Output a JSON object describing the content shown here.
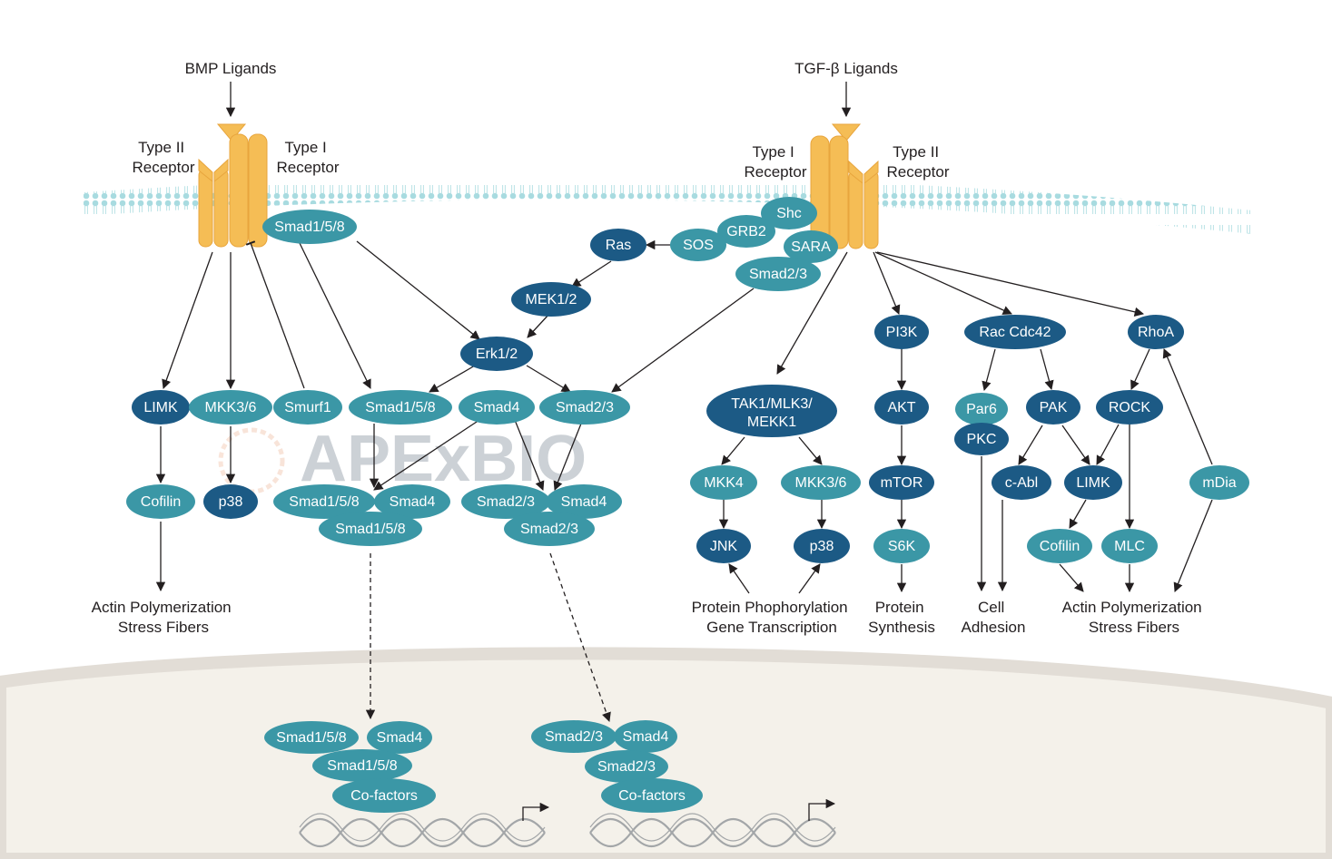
{
  "watermark": {
    "text": "APExBIO",
    "subtext": ""
  },
  "colors": {
    "light_node": "#3b97a6",
    "dark_node": "#1c5a85",
    "receptor": "#f5bd55",
    "receptor_edge": "#e8a53d",
    "membrane": "#9fd6dc",
    "nucleus": "#f4f1ea",
    "nucleus_edge": "#e2ddd6",
    "arrow": "#231f20"
  },
  "ligands": {
    "bmp": "BMP Ligands",
    "tgfb": "TGF-β Ligands"
  },
  "receptors": {
    "bmp_type2": [
      "Type II",
      "Receptor"
    ],
    "bmp_type1": [
      "Type I",
      "Receptor"
    ],
    "tgfb_type1": [
      "Type I",
      "Receptor"
    ],
    "tgfb_type2": [
      "Type II",
      "Receptor"
    ]
  },
  "nodes": {
    "smad158_top": "Smad1/5/8",
    "shc": "Shc",
    "grb2": "GRB2",
    "sos": "SOS",
    "sara": "SARA",
    "ras": "Ras",
    "smad23_top": "Smad2/3",
    "mek12": "MEK1/2",
    "erk12": "Erk1/2",
    "limk_left": "LIMK",
    "mkk36_left": "MKK3/6",
    "smurf1": "Smurf1",
    "smad158_mid": "Smad1/5/8",
    "smad4_mid": "Smad4",
    "smad23_mid": "Smad2/3",
    "cofilin_left": "Cofilin",
    "p38_left": "p38",
    "cx1_smad158_a": "Smad1/5/8",
    "cx1_smad4": "Smad4",
    "cx1_smad158_b": "Smad1/5/8",
    "cx2_smad23_a": "Smad2/3",
    "cx2_smad4": "Smad4",
    "cx2_smad23_b": "Smad2/3",
    "tak1_line1": "TAK1/MLK3/",
    "tak1_line2": "MEKK1",
    "mkk4": "MKK4",
    "mkk36_right": "MKK3/6",
    "jnk": "JNK",
    "p38_right": "p38",
    "pi3k": "PI3K",
    "akt": "AKT",
    "mtor": "mTOR",
    "s6k": "S6K",
    "rac_cdc42": "Rac Cdc42",
    "par6": "Par6",
    "pkc": "PKC",
    "pak": "PAK",
    "cabl": "c-Abl",
    "rhoa": "RhoA",
    "rock": "ROCK",
    "limk_right": "LIMK",
    "cofilin_right": "Cofilin",
    "mlc": "MLC",
    "mdia": "mDia",
    "nuc1_smad158_a": "Smad1/5/8",
    "nuc1_smad4": "Smad4",
    "nuc1_smad158_b": "Smad1/5/8",
    "nuc1_cofactors": "Co-factors",
    "nuc2_smad23_a": "Smad2/3",
    "nuc2_smad4": "Smad4",
    "nuc2_smad23_b": "Smad2/3",
    "nuc2_cofactors": "Co-factors"
  },
  "outcomes": {
    "actin_left": [
      "Actin Polymerization",
      "Stress Fibers"
    ],
    "protein_phos": [
      "Protein Phophorylation",
      "Gene Transcription"
    ],
    "protein_synth": [
      "Protein",
      "Synthesis"
    ],
    "cell_adhesion": [
      "Cell",
      "Adhesion"
    ],
    "actin_right": [
      "Actin Polymerization",
      "Stress Fibers"
    ]
  }
}
